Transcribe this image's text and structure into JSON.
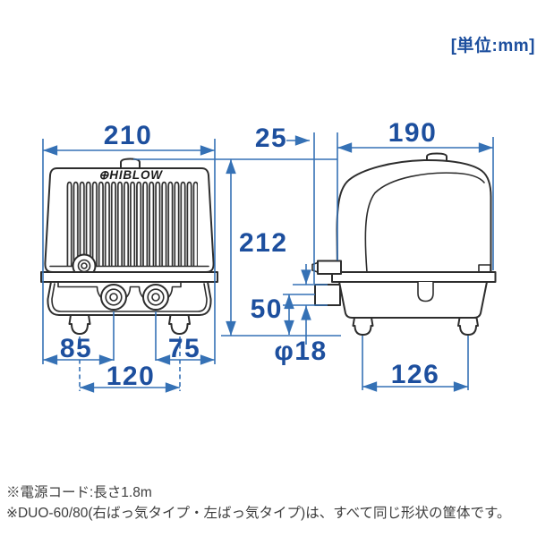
{
  "unit_label": "[単位:mm]",
  "brand_logo": "⊕HIBLOW",
  "dims": {
    "front_width": "210",
    "gap": "25",
    "side_width": "190",
    "height": "212",
    "outlet_height": "50",
    "outlet_dia": "φ18",
    "port_left": "85",
    "port_right": "75",
    "feet_front": "120",
    "feet_side": "126"
  },
  "notes": [
    {
      "text": "※電源コード:長さ1.8m"
    },
    {
      "text": "※DUO-60/80(右ばっ気タイプ・左ばっ気タイプ)は、すべて同じ形状の筐体です。"
    }
  ],
  "colors": {
    "dimension": "#3571b5",
    "dimension_text": "#1d4f9e",
    "outline": "#2d2d2d",
    "note_text": "#3d3d3d"
  }
}
